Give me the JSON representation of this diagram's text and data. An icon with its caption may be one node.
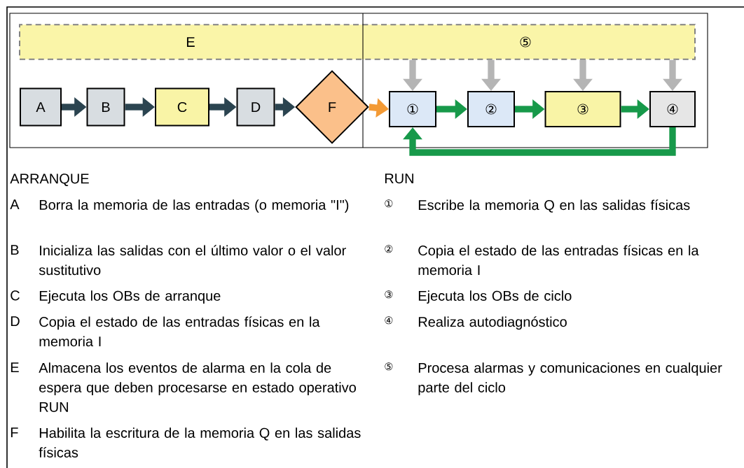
{
  "diagram": {
    "nodes": [
      {
        "text": [
          "E",
          "⑤"
        ]
      },
      {
        "text": [
          "A"
        ]
      },
      {
        "text": [
          "B"
        ]
      },
      {
        "text": [
          "C"
        ]
      },
      {
        "text": [
          "D"
        ]
      },
      {
        "text": [
          "F"
        ]
      },
      {
        "text": [
          "①"
        ]
      },
      {
        "text": [
          "②"
        ]
      },
      {
        "text": [
          "③"
        ]
      },
      {
        "text": [
          "④"
        ]
      }
    ],
    "edges": [
      {
        "from": 1,
        "to": 2,
        "arrow": "to"
      },
      {
        "from": 2,
        "to": 3,
        "arrow": "to"
      },
      {
        "from": 3,
        "to": 4,
        "arrow": "to"
      },
      {
        "from": 4,
        "to": 5,
        "arrow": "to"
      },
      {
        "from": 5,
        "to": 6,
        "arrow": "to",
        "color": "#f39a35"
      },
      {
        "from": 6,
        "to": 7,
        "arrow": "to",
        "color": "#17994a"
      },
      {
        "from": 7,
        "to": 8,
        "arrow": "to",
        "color": "#17994a"
      },
      {
        "from": 8,
        "to": 9,
        "arrow": "to",
        "color": "#17994a"
      },
      {
        "from": 9,
        "to": 6,
        "arrow": "to",
        "color": "#17994a"
      },
      {
        "from": 0,
        "to": 6,
        "arrow": "to",
        "color": "#b5b5b5"
      },
      {
        "from": 0,
        "to": 7,
        "arrow": "to",
        "color": "#b5b5b5"
      },
      {
        "from": 0,
        "to": 8,
        "arrow": "to",
        "color": "#b5b5b5"
      },
      {
        "from": 0,
        "to": 9,
        "arrow": "to",
        "color": "#b5b5b5"
      }
    ],
    "labels": [
      "ARRANQUE",
      "A",
      "Borra la memoria de las entradas (o memoria \"I\")",
      "B",
      "Inicializa las salidas con el último valor o el valor sustitutivo",
      "C",
      "Ejecuta los OBs de arranque",
      "D",
      "Copia el estado de las entradas físicas en la memoria I",
      "E",
      "Almacena los eventos de alarma en la cola de espera que deben procesarse en estado operativo RUN",
      "F",
      "Habilita la escritura de la memoria Q en las salidas físicas",
      "RUN",
      "①",
      "Escribe la memoria Q en las salidas físicas",
      "②",
      "Copia el estado de las entradas físicas en la memoria I",
      "③",
      "Ejecuta los OBs de ciclo",
      "④",
      "Realiza autodiagnóstico",
      "⑤",
      "Procesa alarmas y comunicaciones en cualquier parte del ciclo"
    ]
  }
}
